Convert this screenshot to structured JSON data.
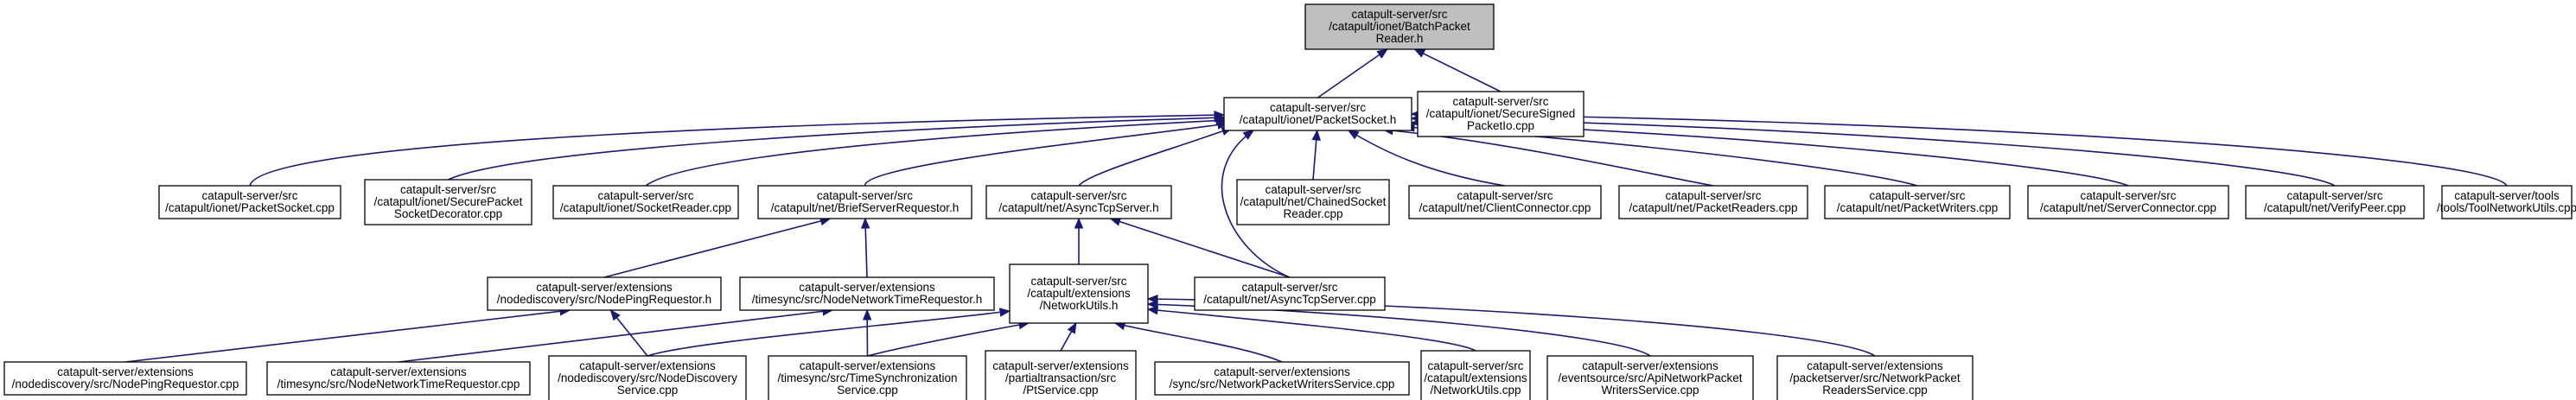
{
  "graph": {
    "colors": {
      "root_fill": "#bfbfbf",
      "node_fill": "#ffffff",
      "node_border": "#000000",
      "edge": "#191970"
    },
    "nodes": [
      {
        "id": "batchpacketreader",
        "lines": [
          "catapult-server/src",
          "/catapult/ionet/BatchPacket",
          "Reader.h"
        ],
        "root": true
      },
      {
        "id": "packetsocket-h",
        "lines": [
          "catapult-server/src",
          "/catapult/ionet/PacketSocket.h"
        ]
      },
      {
        "id": "securesignedpacketio",
        "lines": [
          "catapult-server/src",
          "/catapult/ionet/SecureSigned",
          "PacketIo.cpp"
        ]
      },
      {
        "id": "packetsocket-cpp",
        "lines": [
          "catapult-server/src",
          "/catapult/ionet/PacketSocket.cpp"
        ]
      },
      {
        "id": "securepacketsocketdecorator",
        "lines": [
          "catapult-server/src",
          "/catapult/ionet/SecurePacket",
          "SocketDecorator.cpp"
        ]
      },
      {
        "id": "socketreader",
        "lines": [
          "catapult-server/src",
          "/catapult/ionet/SocketReader.cpp"
        ]
      },
      {
        "id": "briefserverrequestor",
        "lines": [
          "catapult-server/src",
          "/catapult/net/BriefServerRequestor.h"
        ]
      },
      {
        "id": "asynctcpserver-h",
        "lines": [
          "catapult-server/src",
          "/catapult/net/AsyncTcpServer.h"
        ]
      },
      {
        "id": "chainedsocketreader",
        "lines": [
          "catapult-server/src",
          "/catapult/net/ChainedSocket",
          "Reader.cpp"
        ]
      },
      {
        "id": "clientconnector",
        "lines": [
          "catapult-server/src",
          "/catapult/net/ClientConnector.cpp"
        ]
      },
      {
        "id": "packetreaders",
        "lines": [
          "catapult-server/src",
          "/catapult/net/PacketReaders.cpp"
        ]
      },
      {
        "id": "packetwriters",
        "lines": [
          "catapult-server/src",
          "/catapult/net/PacketWriters.cpp"
        ]
      },
      {
        "id": "serverconnector",
        "lines": [
          "catapult-server/src",
          "/catapult/net/ServerConnector.cpp"
        ]
      },
      {
        "id": "verifypeer",
        "lines": [
          "catapult-server/src",
          "/catapult/net/VerifyPeer.cpp"
        ]
      },
      {
        "id": "toolnetworkutils",
        "lines": [
          "catapult-server/tools",
          "/tools/ToolNetworkUtils.cpp"
        ]
      },
      {
        "id": "nodepingrequestor-h",
        "lines": [
          "catapult-server/extensions",
          "/nodediscovery/src/NodePingRequestor.h"
        ]
      },
      {
        "id": "nodenetworktimerequestor-h",
        "lines": [
          "catapult-server/extensions",
          "/timesync/src/NodeNetworkTimeRequestor.h"
        ]
      },
      {
        "id": "networkutils-h",
        "lines": [
          "catapult-server/src",
          "/catapult/extensions",
          "/NetworkUtils.h"
        ]
      },
      {
        "id": "asynctcpserver-cpp",
        "lines": [
          "catapult-server/src",
          "/catapult/net/AsyncTcpServer.cpp"
        ]
      },
      {
        "id": "nodepingrequestor-cpp",
        "lines": [
          "catapult-server/extensions",
          "/nodediscovery/src/NodePingRequestor.cpp"
        ]
      },
      {
        "id": "nodenetworktimerequestor-cpp",
        "lines": [
          "catapult-server/extensions",
          "/timesync/src/NodeNetworkTimeRequestor.cpp"
        ]
      },
      {
        "id": "nodediscoveryservice",
        "lines": [
          "catapult-server/extensions",
          "/nodediscovery/src/NodeDiscovery",
          "Service.cpp"
        ]
      },
      {
        "id": "timesynchronizationservice",
        "lines": [
          "catapult-server/extensions",
          "/timesync/src/TimeSynchronization",
          "Service.cpp"
        ]
      },
      {
        "id": "ptservice",
        "lines": [
          "catapult-server/extensions",
          "/partialtransaction/src",
          "/PtService.cpp"
        ]
      },
      {
        "id": "networkpacketwritersservice",
        "lines": [
          "catapult-server/extensions",
          "/sync/src/NetworkPacketWritersService.cpp"
        ]
      },
      {
        "id": "networkutils-cpp",
        "lines": [
          "catapult-server/src",
          "/catapult/extensions",
          "/NetworkUtils.cpp"
        ]
      },
      {
        "id": "apinetworkpacketwritersservice",
        "lines": [
          "catapult-server/extensions",
          "/eventsource/src/ApiNetworkPacket",
          "WritersService.cpp"
        ]
      },
      {
        "id": "networkpacketreadersservice",
        "lines": [
          "catapult-server/extensions",
          "/packetserver/src/NetworkPacket",
          "ReadersService.cpp"
        ]
      }
    ]
  }
}
